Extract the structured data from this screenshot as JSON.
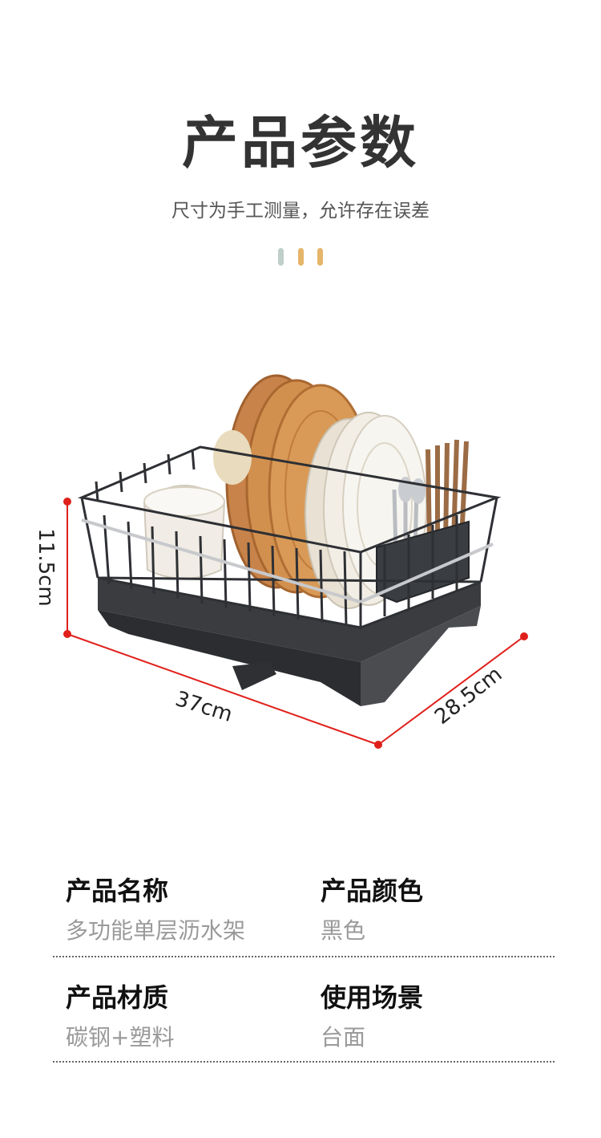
{
  "header": {
    "title": "产品参数",
    "subtitle": "尺寸为手工测量，允许存在误差",
    "dot_colors": [
      "#bfcfcb",
      "#e5b56a",
      "#e5b56a"
    ]
  },
  "dimensions": {
    "height": "11.5cm",
    "length": "37cm",
    "width": "28.5cm",
    "line_color": "#e0201b"
  },
  "specs": [
    {
      "label": "产品名称",
      "value": "多功能单层沥水架"
    },
    {
      "label": "产品颜色",
      "value": "黑色"
    },
    {
      "label": "产品材质",
      "value": "碳钢+塑料"
    },
    {
      "label": "使用场景",
      "value": "台面"
    }
  ]
}
